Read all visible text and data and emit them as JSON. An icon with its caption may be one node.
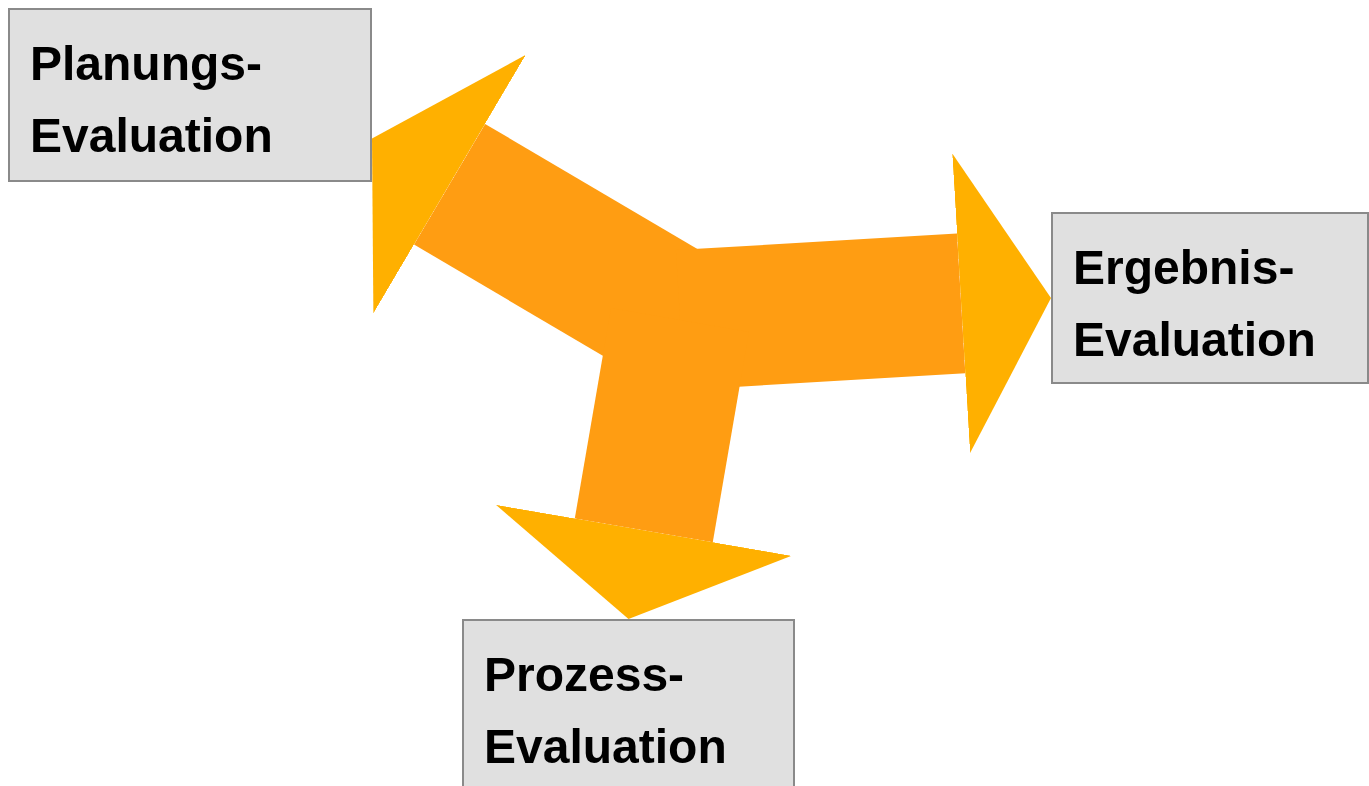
{
  "diagram": {
    "nodes": [
      {
        "text": [
          "Planungs- Evaluation"
        ]
      },
      {
        "text": [
          "Ergebnis- Evaluation"
        ]
      },
      {
        "text": [
          "Prozess- Evaluation"
        ]
      }
    ],
    "edges": [
      {
        "from": null,
        "to": 0,
        "arrow": "to"
      },
      {
        "from": null,
        "to": 1,
        "arrow": "to"
      },
      {
        "from": null,
        "to": 2,
        "arrow": "to"
      }
    ]
  }
}
